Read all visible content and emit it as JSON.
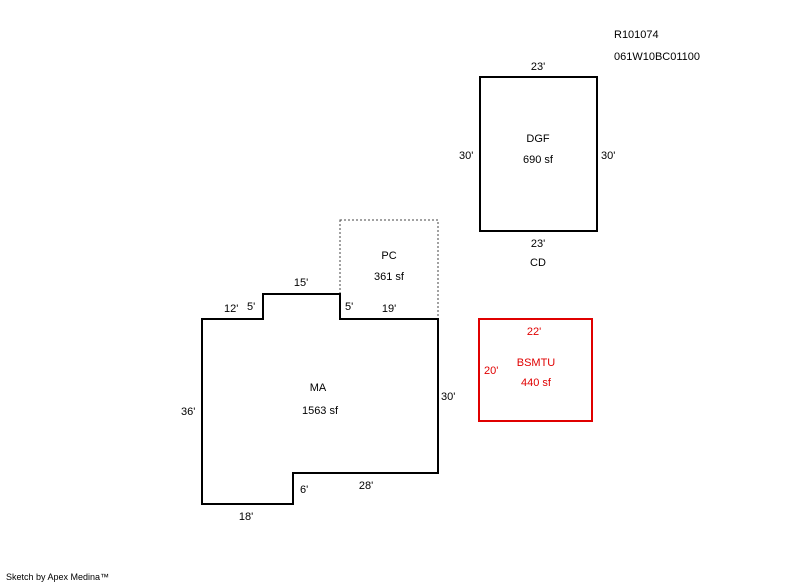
{
  "header": {
    "parcel_id": "R101074",
    "map_id": "061W10BC01100"
  },
  "areas": {
    "dgf": {
      "code": "DGF",
      "area": "690 sf",
      "top": "23'",
      "left": "30'",
      "right": "30'",
      "bottom": "23'",
      "sub_label": "CD"
    },
    "pc": {
      "code": "PC",
      "area": "361 sf"
    },
    "ma": {
      "code": "MA",
      "area": "1563 sf",
      "d_12": "12'",
      "d_5a": "5'",
      "d_15": "15'",
      "d_5b": "5'",
      "d_19": "19'",
      "d_30": "30'",
      "d_36": "36'",
      "d_6": "6'",
      "d_28": "28'",
      "d_18": "18'"
    },
    "bsmtu": {
      "code": "BSMTU",
      "area": "440 sf",
      "top": "22'",
      "left": "20'"
    }
  },
  "footer": {
    "credit": "Sketch by Apex Medina™"
  },
  "colors": {
    "line": "#000000",
    "basement": "#e00000"
  }
}
